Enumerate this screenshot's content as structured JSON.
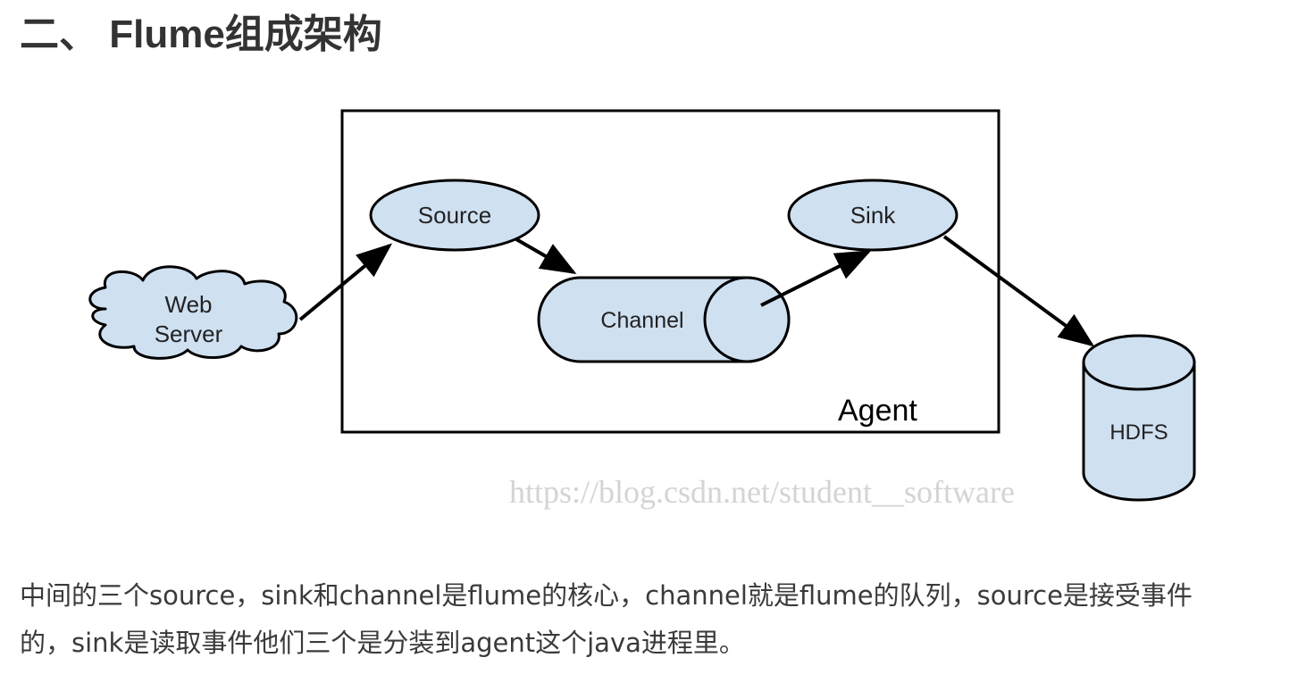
{
  "section": {
    "heading": "二、 Flume组成架构"
  },
  "diagram": {
    "web_server_line1": "Web",
    "web_server_line2": "Server",
    "source": "Source",
    "channel": "Channel",
    "sink": "Sink",
    "agent": "Agent",
    "hdfs": "HDFS",
    "watermark": "https://blog.csdn.net/student__software"
  },
  "body": {
    "line1": "中间的三个source，sink和channel是flume的核心，channel就是flume的队列，source是接受事件",
    "line2": "的，sink是读取事件他们三个是分装到agent这个java进程里。"
  },
  "colors": {
    "node_fill": "#cfe0f1",
    "stroke": "#000000",
    "watermark": "#d4d4d4",
    "text": "#333333"
  }
}
